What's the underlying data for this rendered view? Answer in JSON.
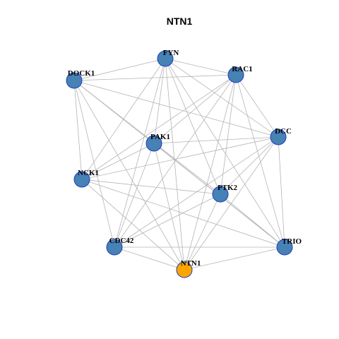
{
  "title": "NTN1",
  "colors": {
    "default_node": "#4682b4",
    "highlight_node": "#ffa500",
    "edge": "#b4b4b4",
    "node_border": "#1f3fbf"
  },
  "nodes": [
    {
      "id": "FYN",
      "label": "FYN",
      "highlight": false
    },
    {
      "id": "RAC1",
      "label": "RAC1",
      "highlight": false
    },
    {
      "id": "DOCK1",
      "label": "DOCK1",
      "highlight": false
    },
    {
      "id": "DCC",
      "label": "DCC",
      "highlight": false
    },
    {
      "id": "PAK1",
      "label": "PAK1",
      "highlight": false
    },
    {
      "id": "NCK1",
      "label": "NCK1",
      "highlight": false
    },
    {
      "id": "PTK2",
      "label": "PTK2",
      "highlight": false
    },
    {
      "id": "CDC42",
      "label": "CDC42",
      "highlight": false
    },
    {
      "id": "TRIO",
      "label": "TRIO",
      "highlight": false
    },
    {
      "id": "NTN1",
      "label": "NTN1",
      "highlight": true
    }
  ],
  "edges": [
    [
      "FYN",
      "RAC1"
    ],
    [
      "FYN",
      "DOCK1"
    ],
    [
      "FYN",
      "DCC"
    ],
    [
      "FYN",
      "PAK1"
    ],
    [
      "FYN",
      "NCK1"
    ],
    [
      "FYN",
      "PTK2"
    ],
    [
      "FYN",
      "CDC42"
    ],
    [
      "FYN",
      "TRIO"
    ],
    [
      "FYN",
      "NTN1"
    ],
    [
      "RAC1",
      "DOCK1"
    ],
    [
      "RAC1",
      "PAK1"
    ],
    [
      "RAC1",
      "PTK2"
    ],
    [
      "RAC1",
      "CDC42"
    ],
    [
      "RAC1",
      "TRIO"
    ],
    [
      "RAC1",
      "NTN1"
    ],
    [
      "RAC1",
      "DCC"
    ],
    [
      "RAC1",
      "NCK1"
    ],
    [
      "DOCK1",
      "DCC"
    ],
    [
      "DOCK1",
      "PTK2"
    ],
    [
      "DOCK1",
      "NCK1"
    ],
    [
      "DOCK1",
      "CDC42"
    ],
    [
      "DOCK1",
      "TRIO"
    ],
    [
      "DOCK1",
      "NTN1"
    ],
    [
      "DCC",
      "PAK1"
    ],
    [
      "DCC",
      "NCK1"
    ],
    [
      "DCC",
      "PTK2"
    ],
    [
      "DCC",
      "CDC42"
    ],
    [
      "DCC",
      "TRIO"
    ],
    [
      "DCC",
      "NTN1"
    ],
    [
      "PAK1",
      "CDC42"
    ],
    [
      "PAK1",
      "NTN1"
    ],
    [
      "PAK1",
      "TRIO"
    ],
    [
      "PAK1",
      "NCK1"
    ],
    [
      "NCK1",
      "PTK2"
    ],
    [
      "NCK1",
      "NTN1"
    ],
    [
      "NCK1",
      "TRIO"
    ],
    [
      "PTK2",
      "CDC42"
    ],
    [
      "PTK2",
      "NTN1"
    ],
    [
      "PTK2",
      "TRIO"
    ],
    [
      "CDC42",
      "TRIO"
    ],
    [
      "CDC42",
      "NTN1"
    ],
    [
      "TRIO",
      "NTN1"
    ]
  ]
}
